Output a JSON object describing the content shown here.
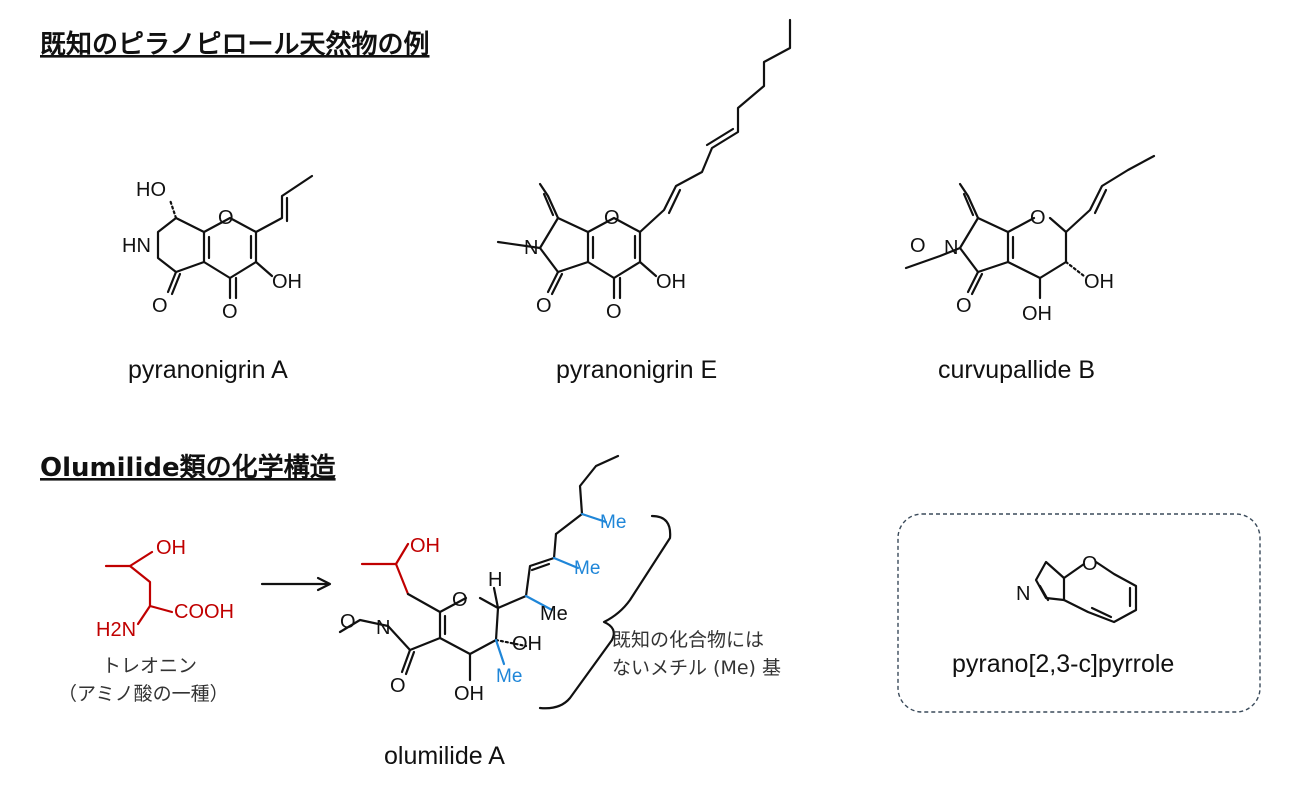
{
  "headings": {
    "known": "既知のピラノピロール天然物の例",
    "olumilide": "Olumilide類の化学構造"
  },
  "compounds": {
    "pyranonigrin_a": "pyranonigrin A",
    "pyranonigrin_e": "pyranonigrin E",
    "curvupallide_b": "curvupallide B",
    "olumilide_a": "olumilide A",
    "core": "pyrano[2,3-c]pyrrole"
  },
  "atoms": {
    "HO": "HO",
    "OH": "OH",
    "HN": "HN",
    "N": "N",
    "O": "O",
    "H": "H",
    "H2N": "H2N",
    "COOH": "COOH",
    "Me": "Me"
  },
  "threonine": {
    "line1": "トレオニン",
    "line2": "（アミノ酸の一種）"
  },
  "note": {
    "line1": "既知の化合物には",
    "line2": "ないメチル (Me) 基"
  },
  "colors": {
    "threonine": "#c00000",
    "methyl": "#1f86d8",
    "frame": "#3a4a5a"
  }
}
